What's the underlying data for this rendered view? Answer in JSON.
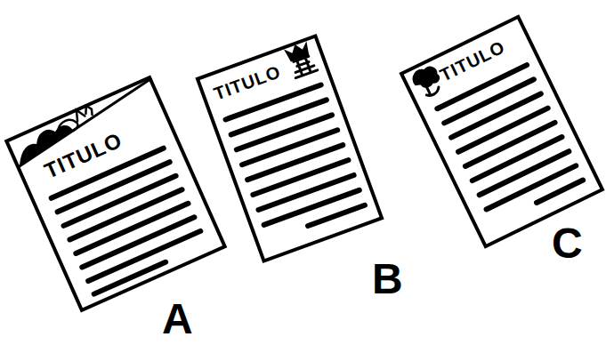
{
  "diagram": {
    "nodes": [
      {
        "text": [
          "TITULO"
        ]
      },
      {
        "text": [
          "TITULO"
        ]
      },
      {
        "text": [
          "TITULO"
        ]
      }
    ],
    "labels": [
      "A",
      "B",
      "C"
    ]
  }
}
